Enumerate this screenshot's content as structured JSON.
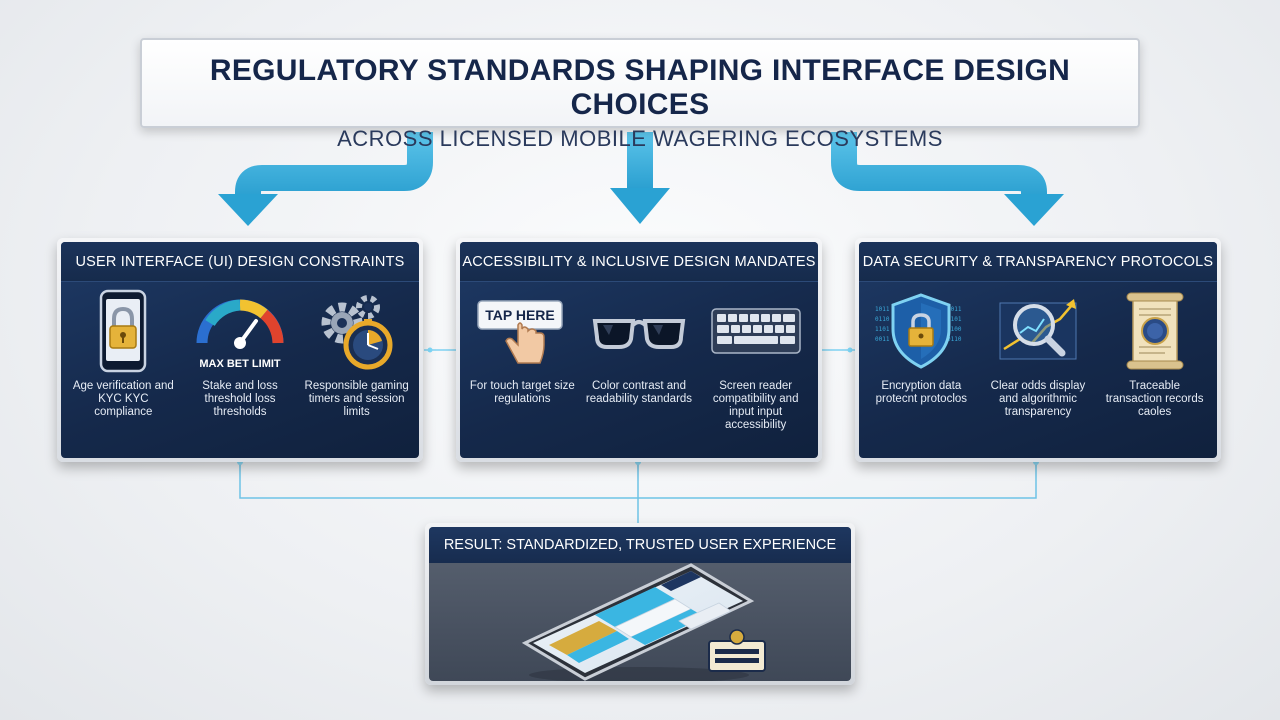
{
  "header": {
    "title": "REGULATORY STANDARDS SHAPING INTERFACE DESIGN CHOICES",
    "subtitle": "ACROSS LICENSED MOBILE WAGERING ECOSYSTEMS"
  },
  "panels": [
    {
      "title": "USER INTERFACE (UI) DESIGN CONSTRAINTS",
      "items": [
        {
          "icon": "phone-lock-icon",
          "label": "Age verification and KYC KYC compliance"
        },
        {
          "icon": "gauge-icon",
          "gauge_caption": "MAX BET LIMIT",
          "label": "Stake and loss threshold loss thresholds"
        },
        {
          "icon": "gear-timer-icon",
          "label": "Responsible gaming timers and session limits"
        }
      ]
    },
    {
      "title": "ACCESSIBILITY & INCLUSIVE DESIGN MANDATES",
      "items": [
        {
          "icon": "tap-button-icon",
          "button_caption": "TAP HERE",
          "label": "For touch target size regulations"
        },
        {
          "icon": "glasses-icon",
          "label": "Color contrast and readability standards"
        },
        {
          "icon": "keyboard-icon",
          "label": "Screen reader compatibility and input input accessibility"
        }
      ]
    },
    {
      "title": "DATA SECURITY & TRANSPARENCY PROTOCOLS",
      "items": [
        {
          "icon": "shield-lock-icon",
          "label": "Encryption data protecnt protoclos"
        },
        {
          "icon": "magnifier-chart-icon",
          "label": "Clear odds display and algorithmic transparency"
        },
        {
          "icon": "scroll-seal-icon",
          "label": "Traceable transaction records caoles"
        }
      ]
    }
  ],
  "result": {
    "title": "RESULT: STANDARDIZED, TRUSTED USER EXPERIENCE"
  },
  "colors": {
    "arrow": "#3aaedc",
    "panel_dark": "#15294b",
    "title_text": "#15264a",
    "connector_glow": "#5fc8f0"
  }
}
